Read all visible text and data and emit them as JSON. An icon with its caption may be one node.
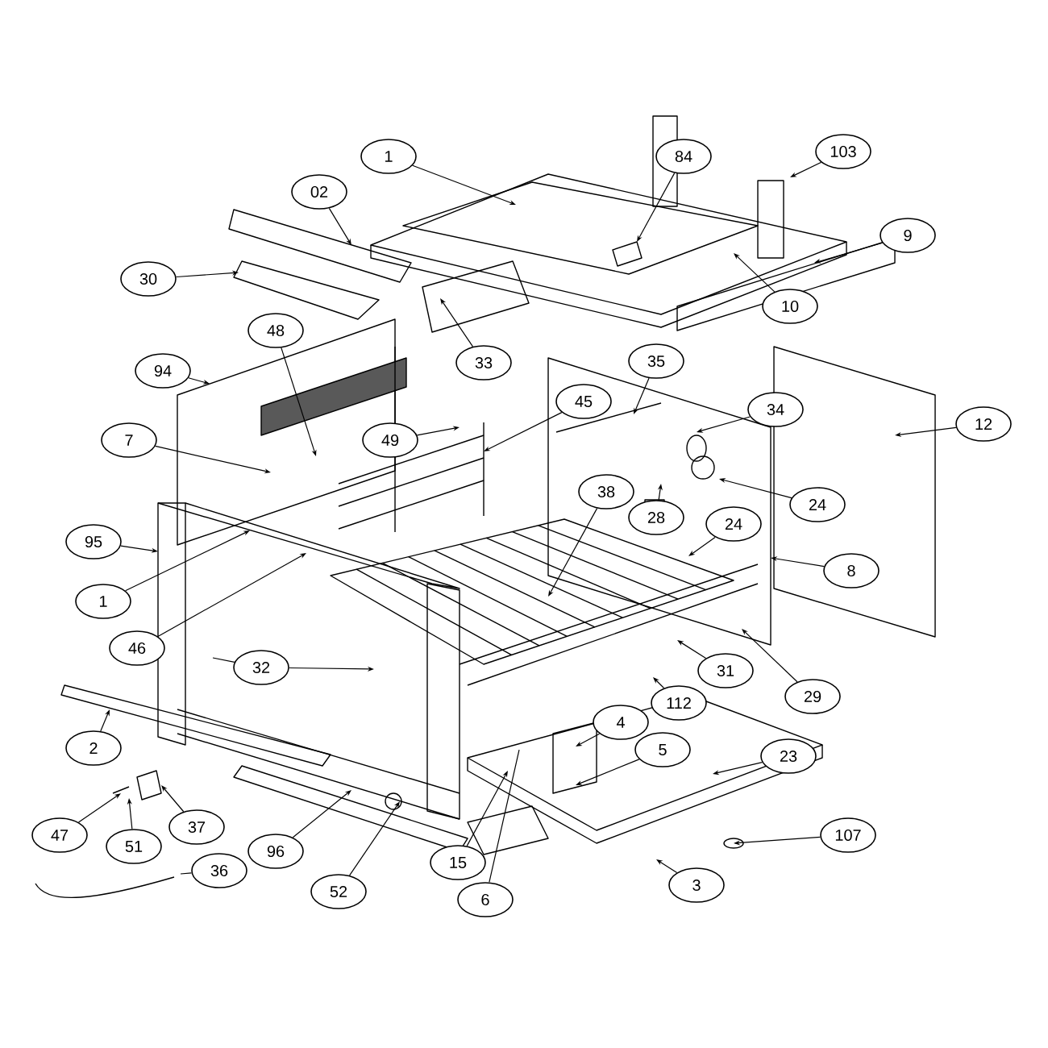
{
  "diagram": {
    "nodes": [
      {
        "text": [
          "1"
        ]
      },
      {
        "text": [
          "84"
        ]
      },
      {
        "text": [
          "103"
        ]
      },
      {
        "text": [
          "02"
        ]
      },
      {
        "text": [
          "9"
        ]
      },
      {
        "text": [
          "30"
        ]
      },
      {
        "text": [
          "10"
        ]
      },
      {
        "text": [
          "48"
        ]
      },
      {
        "text": [
          "33"
        ]
      },
      {
        "text": [
          "35"
        ]
      },
      {
        "text": [
          "94"
        ]
      },
      {
        "text": [
          "45"
        ]
      },
      {
        "text": [
          "34"
        ]
      },
      {
        "text": [
          "12"
        ]
      },
      {
        "text": [
          "7"
        ]
      },
      {
        "text": [
          "49"
        ]
      },
      {
        "text": [
          "38"
        ]
      },
      {
        "text": [
          "24"
        ]
      },
      {
        "text": [
          "28"
        ]
      },
      {
        "text": [
          "24"
        ]
      },
      {
        "text": [
          "95"
        ]
      },
      {
        "text": [
          "8"
        ]
      },
      {
        "text": [
          "1"
        ]
      },
      {
        "text": [
          "46"
        ]
      },
      {
        "text": [
          "32"
        ]
      },
      {
        "text": [
          "31"
        ]
      },
      {
        "text": [
          "29"
        ]
      },
      {
        "text": [
          "112"
        ]
      },
      {
        "text": [
          "4"
        ]
      },
      {
        "text": [
          "2"
        ]
      },
      {
        "text": [
          "5"
        ]
      },
      {
        "text": [
          "23"
        ]
      },
      {
        "text": [
          "37"
        ]
      },
      {
        "text": [
          "107"
        ]
      },
      {
        "text": [
          "47"
        ]
      },
      {
        "text": [
          "51"
        ]
      },
      {
        "text": [
          "96"
        ]
      },
      {
        "text": [
          "15"
        ]
      },
      {
        "text": [
          "36"
        ]
      },
      {
        "text": [
          "3"
        ]
      },
      {
        "text": [
          "52"
        ]
      },
      {
        "text": [
          "6"
        ]
      }
    ],
    "edges": [
      {
        "from": 0,
        "to": null,
        "arrow": "to"
      },
      {
        "from": 1,
        "to": null,
        "arrow": "to"
      },
      {
        "from": 2,
        "to": null,
        "arrow": "to"
      },
      {
        "from": 3,
        "to": null,
        "arrow": "to"
      },
      {
        "from": 4,
        "to": null,
        "arrow": "to"
      },
      {
        "from": 5,
        "to": null,
        "arrow": "to"
      },
      {
        "from": 6,
        "to": null,
        "arrow": "to"
      },
      {
        "from": 7,
        "to": null,
        "arrow": "to"
      },
      {
        "from": 8,
        "to": null,
        "arrow": "to"
      },
      {
        "from": 9,
        "to": null,
        "arrow": "to"
      },
      {
        "from": 10,
        "to": null,
        "arrow": "to"
      },
      {
        "from": 11,
        "to": null,
        "arrow": "to"
      },
      {
        "from": 12,
        "to": null,
        "arrow": "to"
      },
      {
        "from": 13,
        "to": null,
        "arrow": "to"
      },
      {
        "from": 14,
        "to": null,
        "arrow": "to"
      },
      {
        "from": 15,
        "to": null,
        "arrow": "to"
      },
      {
        "from": 16,
        "to": null,
        "arrow": "to"
      },
      {
        "from": 17,
        "to": null,
        "arrow": "to"
      },
      {
        "from": 18,
        "to": null,
        "arrow": "to"
      },
      {
        "from": 19,
        "to": null,
        "arrow": "to"
      },
      {
        "from": 20,
        "to": null,
        "arrow": "to"
      },
      {
        "from": 21,
        "to": null,
        "arrow": "to"
      },
      {
        "from": 22,
        "to": null,
        "arrow": "to"
      },
      {
        "from": 23,
        "to": null,
        "arrow": "to"
      },
      {
        "from": 24,
        "to": null,
        "arrow": "to"
      },
      {
        "from": 24,
        "to": null,
        "arrow": "none"
      },
      {
        "from": 25,
        "to": null,
        "arrow": "to"
      },
      {
        "from": 26,
        "to": null,
        "arrow": "to"
      },
      {
        "from": 27,
        "to": null,
        "arrow": "to"
      },
      {
        "from": 28,
        "to": null,
        "arrow": "to"
      },
      {
        "from": 29,
        "to": null,
        "arrow": "to"
      },
      {
        "from": 30,
        "to": null,
        "arrow": "to"
      },
      {
        "from": 31,
        "to": null,
        "arrow": "to"
      },
      {
        "from": 32,
        "to": null,
        "arrow": "to"
      },
      {
        "from": 33,
        "to": null,
        "arrow": "to"
      },
      {
        "from": 34,
        "to": null,
        "arrow": "to"
      },
      {
        "from": 35,
        "to": null,
        "arrow": "to"
      },
      {
        "from": 36,
        "to": null,
        "arrow": "to"
      },
      {
        "from": 37,
        "to": null,
        "arrow": "to"
      },
      {
        "from": 38,
        "to": null,
        "arrow": "none"
      },
      {
        "from": 39,
        "to": null,
        "arrow": "to"
      },
      {
        "from": 40,
        "to": null,
        "arrow": "to"
      },
      {
        "from": 41,
        "to": null,
        "arrow": "none"
      }
    ]
  }
}
